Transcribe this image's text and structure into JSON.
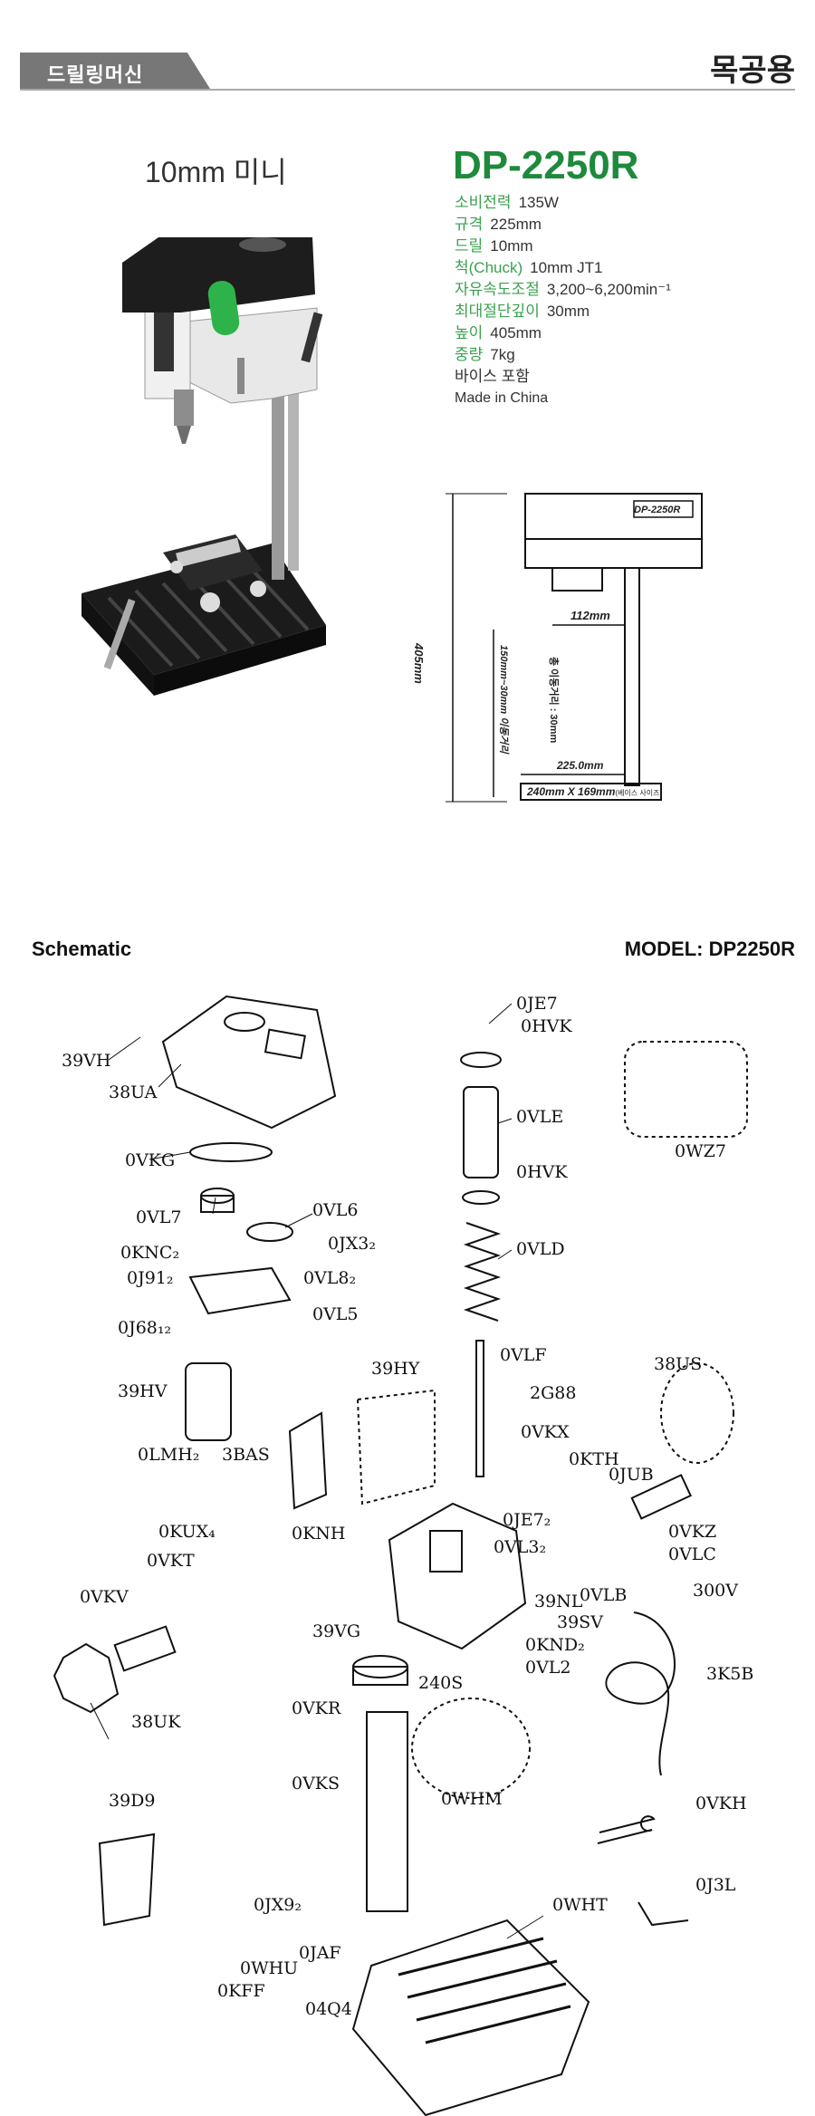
{
  "header": {
    "category_tag": "드릴링머신",
    "usage": "목공용"
  },
  "product": {
    "name": "10mm 미니",
    "model": "DP-2250R"
  },
  "specs": [
    {
      "key": "소비전력",
      "value": "135W"
    },
    {
      "key": "규격",
      "value": "225mm"
    },
    {
      "key": "드릴",
      "value": "10mm"
    },
    {
      "key": "척(Chuck)",
      "value": "10mm JT1"
    },
    {
      "key": "자유속도조절",
      "value": "3,200~6,200min⁻¹"
    },
    {
      "key": "최대절단깊이",
      "value": "30mm"
    },
    {
      "key": "높이",
      "value": "405mm"
    },
    {
      "key": "중량",
      "value": "7kg"
    }
  ],
  "spec_extra": {
    "vise": "바이스 포함",
    "origin": "Made in China"
  },
  "dimension_drawing": {
    "height": "405mm",
    "depth": "112mm",
    "stroke_range": "150mm~30mm 이동거리",
    "travel": "총 이동거리 : 30mm",
    "column": "225.0mm",
    "base": "240mm X 169mm",
    "base_note": "(베이스 사이즈)",
    "plate": "DP-2250R"
  },
  "schematic": {
    "title": "Schematic",
    "model_label": "MODEL: DP2250R",
    "parts": {
      "p39VH": "39VH",
      "p38UA": "38UA",
      "p0VKG": "0VKG",
      "p0VL7": "0VL7",
      "p0VL6": "0VL6",
      "p0JX32": "0JX3₂",
      "p0KNC2": "0KNC₂",
      "p0J912": "0J91₂",
      "p0VL82": "0VL8₂",
      "p0VL5": "0VL5",
      "p0J6812": "0J68₁₂",
      "p39HV": "39HV",
      "p39HY": "39HY",
      "p0LMH2": "0LMH₂",
      "p3BAS": "3BAS",
      "p0KUX4": "0KUX₄",
      "p0KNH": "0KNH",
      "p0VKT": "0VKT",
      "p0VKV": "0VKV",
      "p39VG": "39VG",
      "p38UK": "38UK",
      "p0VKR": "0VKR",
      "p0VKS": "0VKS",
      "p39D9": "39D9",
      "p0JX92": "0JX9₂",
      "p0JAF": "0JAF",
      "p0WHU": "0WHU",
      "p0KFF": "0KFF",
      "p04Q4": "04Q4",
      "p0WHT": "0WHT",
      "p0JE7": "0JE7",
      "p0HVK": "0HVK",
      "p0VLE": "0VLE",
      "p0HVK2": "0HVK",
      "p0VLD": "0VLD",
      "p0VLF": "0VLF",
      "p2G88": "2G88",
      "p0VKX": "0VKX",
      "p0KTH": "0KTH",
      "p0JUB": "0JUB",
      "p0JE72": "0JE7₂",
      "p0VL32": "0VL3₂",
      "p39NL": "39NL",
      "p39SV": "39SV",
      "p0KND2": "0KND₂",
      "p0VL2": "0VL2",
      "p240S": "240S",
      "p0WHM": "0WHM",
      "p0WZ7": "0WZ7",
      "p38US": "38US",
      "p0VKZ": "0VKZ",
      "p0VLC": "0VLC",
      "p0VLB": "0VLB",
      "p300V": "300V",
      "p3K5B": "3K5B",
      "p0VKH": "0VKH",
      "p0J3L": "0J3L"
    }
  },
  "colors": {
    "accent_green": "#1e8a3c",
    "spec_key_green": "#3aa04f",
    "tag_gray": "#777777"
  }
}
